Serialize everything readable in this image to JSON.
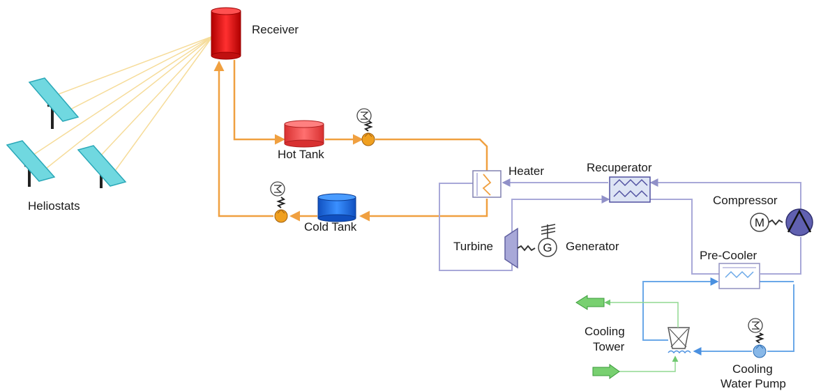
{
  "labels": {
    "receiver": "Receiver",
    "hot_tank": "Hot Tank",
    "cold_tank": "Cold Tank",
    "heliostats": "Heliostats",
    "heater": "Heater",
    "recuperator": "Recuperator",
    "compressor": "Compressor",
    "turbine": "Turbine",
    "generator": "Generator",
    "pre_cooler": "Pre-Cooler",
    "cooling_tower_1": "Cooling",
    "cooling_tower_2": "Tower",
    "cooling_pump_1": "Cooling",
    "cooling_pump_2": "Water Pump",
    "generator_symbol": "G",
    "motor_symbol": "M"
  },
  "colors": {
    "salt_loop": "#f0a040",
    "co2_loop": "#a8a8d8",
    "water_loop": "#6aa8e8",
    "air_flow": "#90d890",
    "receiver": "#e82020",
    "hot_tank": "#f05050",
    "cold_tank": "#2070e0",
    "heliostat": "#70d8e0",
    "pump_body": "#f0a020",
    "cooling_pump_body": "#88b8e8"
  }
}
